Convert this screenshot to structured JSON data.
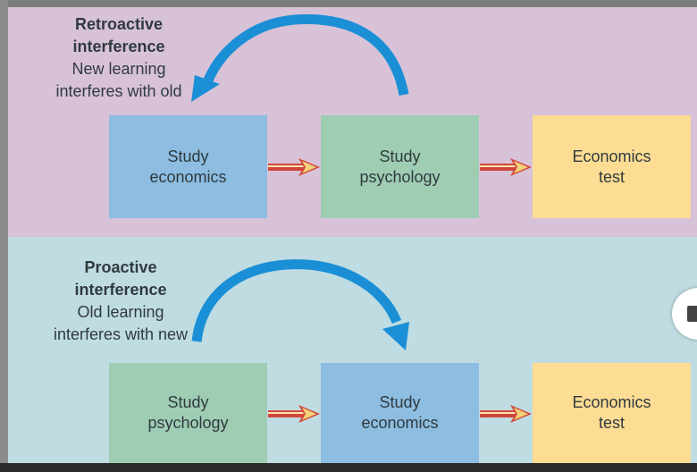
{
  "retroactive": {
    "heading_line1": "Retroactive",
    "heading_line2": "interference",
    "desc_line1": "New learning",
    "desc_line2": "interferes with old",
    "boxes": [
      {
        "label": "Study\neconomics"
      },
      {
        "label": "Study\npsychology"
      },
      {
        "label": "Economics\ntest"
      }
    ]
  },
  "proactive": {
    "heading_line1": "Proactive",
    "heading_line2": "interference",
    "desc_line1": "Old learning",
    "desc_line2": "interferes with new",
    "boxes": [
      {
        "label": "Study\npsychology"
      },
      {
        "label": "Study\neconomics"
      },
      {
        "label": "Economics\ntest"
      }
    ]
  },
  "colors": {
    "retro_panel": "#d8c2d8",
    "pro_panel": "#bfdce2",
    "box_blue": "#8dbde0",
    "box_green": "#9fcdb3",
    "box_yellow": "#fddc93",
    "curve_arrow": "#1a8fd6",
    "link_arrow_red": "#d1463a",
    "link_arrow_tip": "#f3d27a"
  }
}
